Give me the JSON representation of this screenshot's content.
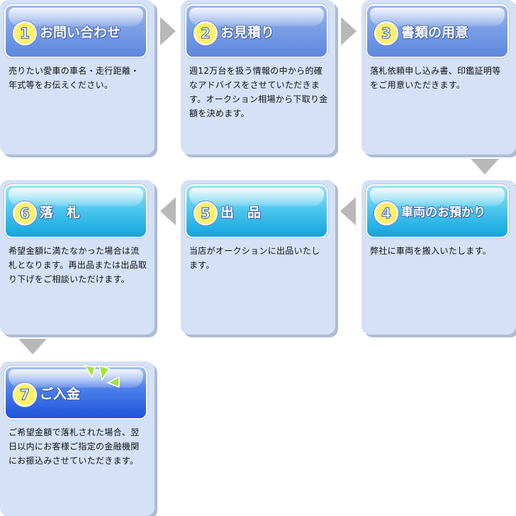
{
  "steps": [
    {
      "number": "1",
      "title": "お問い合わせ",
      "description": "売りたい愛車の車名・走行距離・年式等をお伝えください。"
    },
    {
      "number": "2",
      "title": "お見積り",
      "description": "週12万台を扱う情報の中から的確なアドバイスをさせていただきます。オークション相場から下取り金額を決めます。"
    },
    {
      "number": "3",
      "title": "書類の用意",
      "description": "落札依頼申し込み書、印鑑証明等をご用意いただきます。"
    },
    {
      "number": "4",
      "title": "車両のお預かり",
      "description": "弊社に車両を搬入いたします。"
    },
    {
      "number": "5",
      "title": "出　品",
      "description": "当店がオークションに出品いたします。"
    },
    {
      "number": "6",
      "title": "落　札",
      "description": "希望金額に満たなかった場合は流札となります。再出品または出品取り下げをご相談いただけます。"
    },
    {
      "number": "7",
      "title": "ご入金",
      "description": "ご希望金額で落札された場合、翌日以内にお客様ご指定の金融機関にお振込みさせていただきます。"
    }
  ],
  "colors": {
    "card_background": "#d4e1f7",
    "header_row1": "#7a9fe6",
    "header_row2": "#4ec8ee",
    "header_row3": "#4f80ea",
    "number_badge": "#fff06a",
    "arrow": "#b8b8b8",
    "burst": "#a8e23c"
  }
}
